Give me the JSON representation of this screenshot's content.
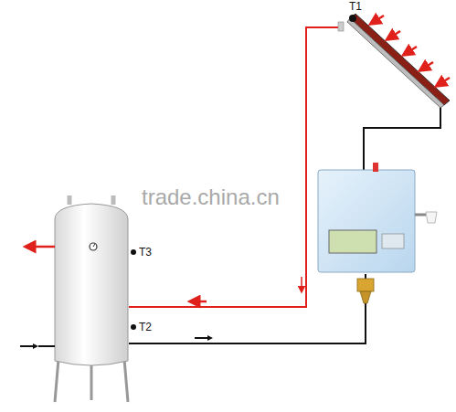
{
  "diagram": {
    "labels": [
      "T1",
      "T3",
      "T2",
      "trade.china.cn"
    ]
  }
}
